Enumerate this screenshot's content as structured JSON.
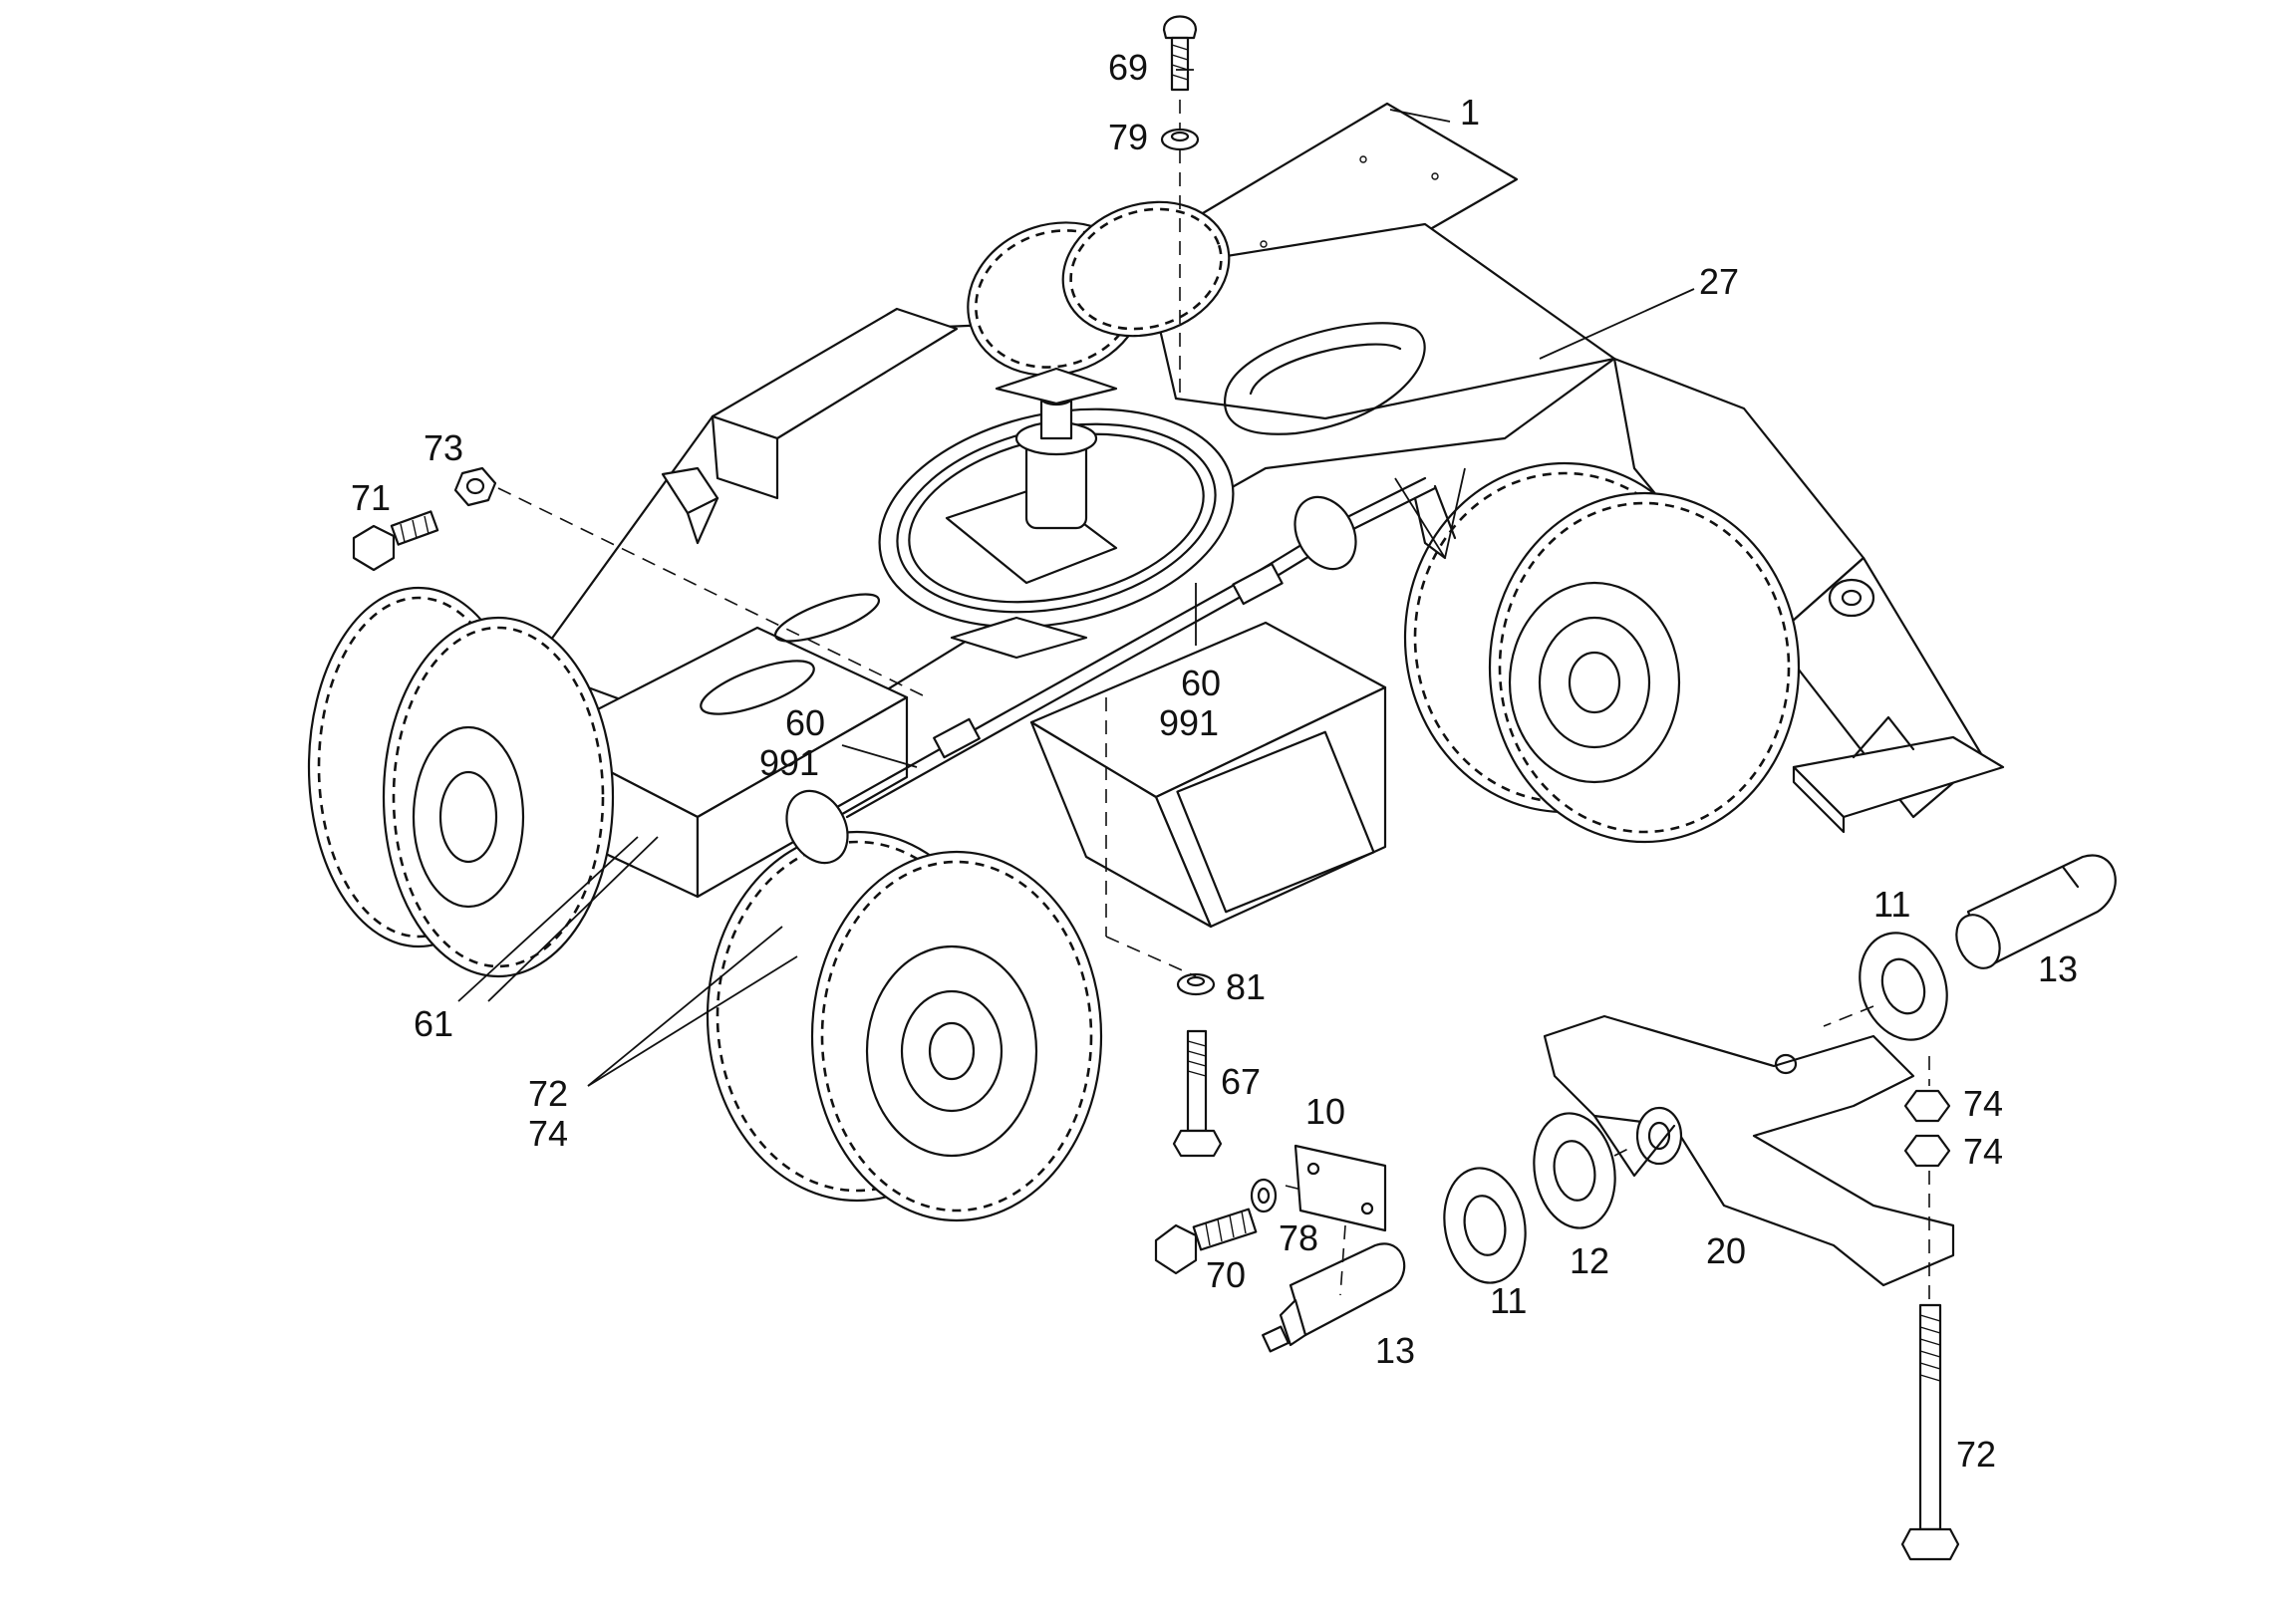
{
  "diagram": {
    "callouts": {
      "c1": "1",
      "c27": "27",
      "c69": "69",
      "c79": "79",
      "c73": "73",
      "c71": "71",
      "c60a": "60",
      "c991a": "991",
      "c60b": "60",
      "c991b": "991",
      "c61": "61",
      "c72a": "72",
      "c74a": "74",
      "c81": "81",
      "c67": "67",
      "c10": "10",
      "c78": "78",
      "c70": "70",
      "c13a": "13",
      "c11a": "11",
      "c12": "12",
      "c20": "20",
      "c11b": "11",
      "c13b": "13",
      "c74b": "74",
      "c74c": "74",
      "c72b": "72"
    },
    "parts": [
      "top-cover-plate",
      "chassis-frame",
      "slewing-ring",
      "rear-axle-tires",
      "front-axle-tires",
      "drive-shaft",
      "stabilizer-pad",
      "pivot-bracket",
      "pin",
      "washer",
      "spacer-ring",
      "bolt",
      "nut"
    ]
  }
}
